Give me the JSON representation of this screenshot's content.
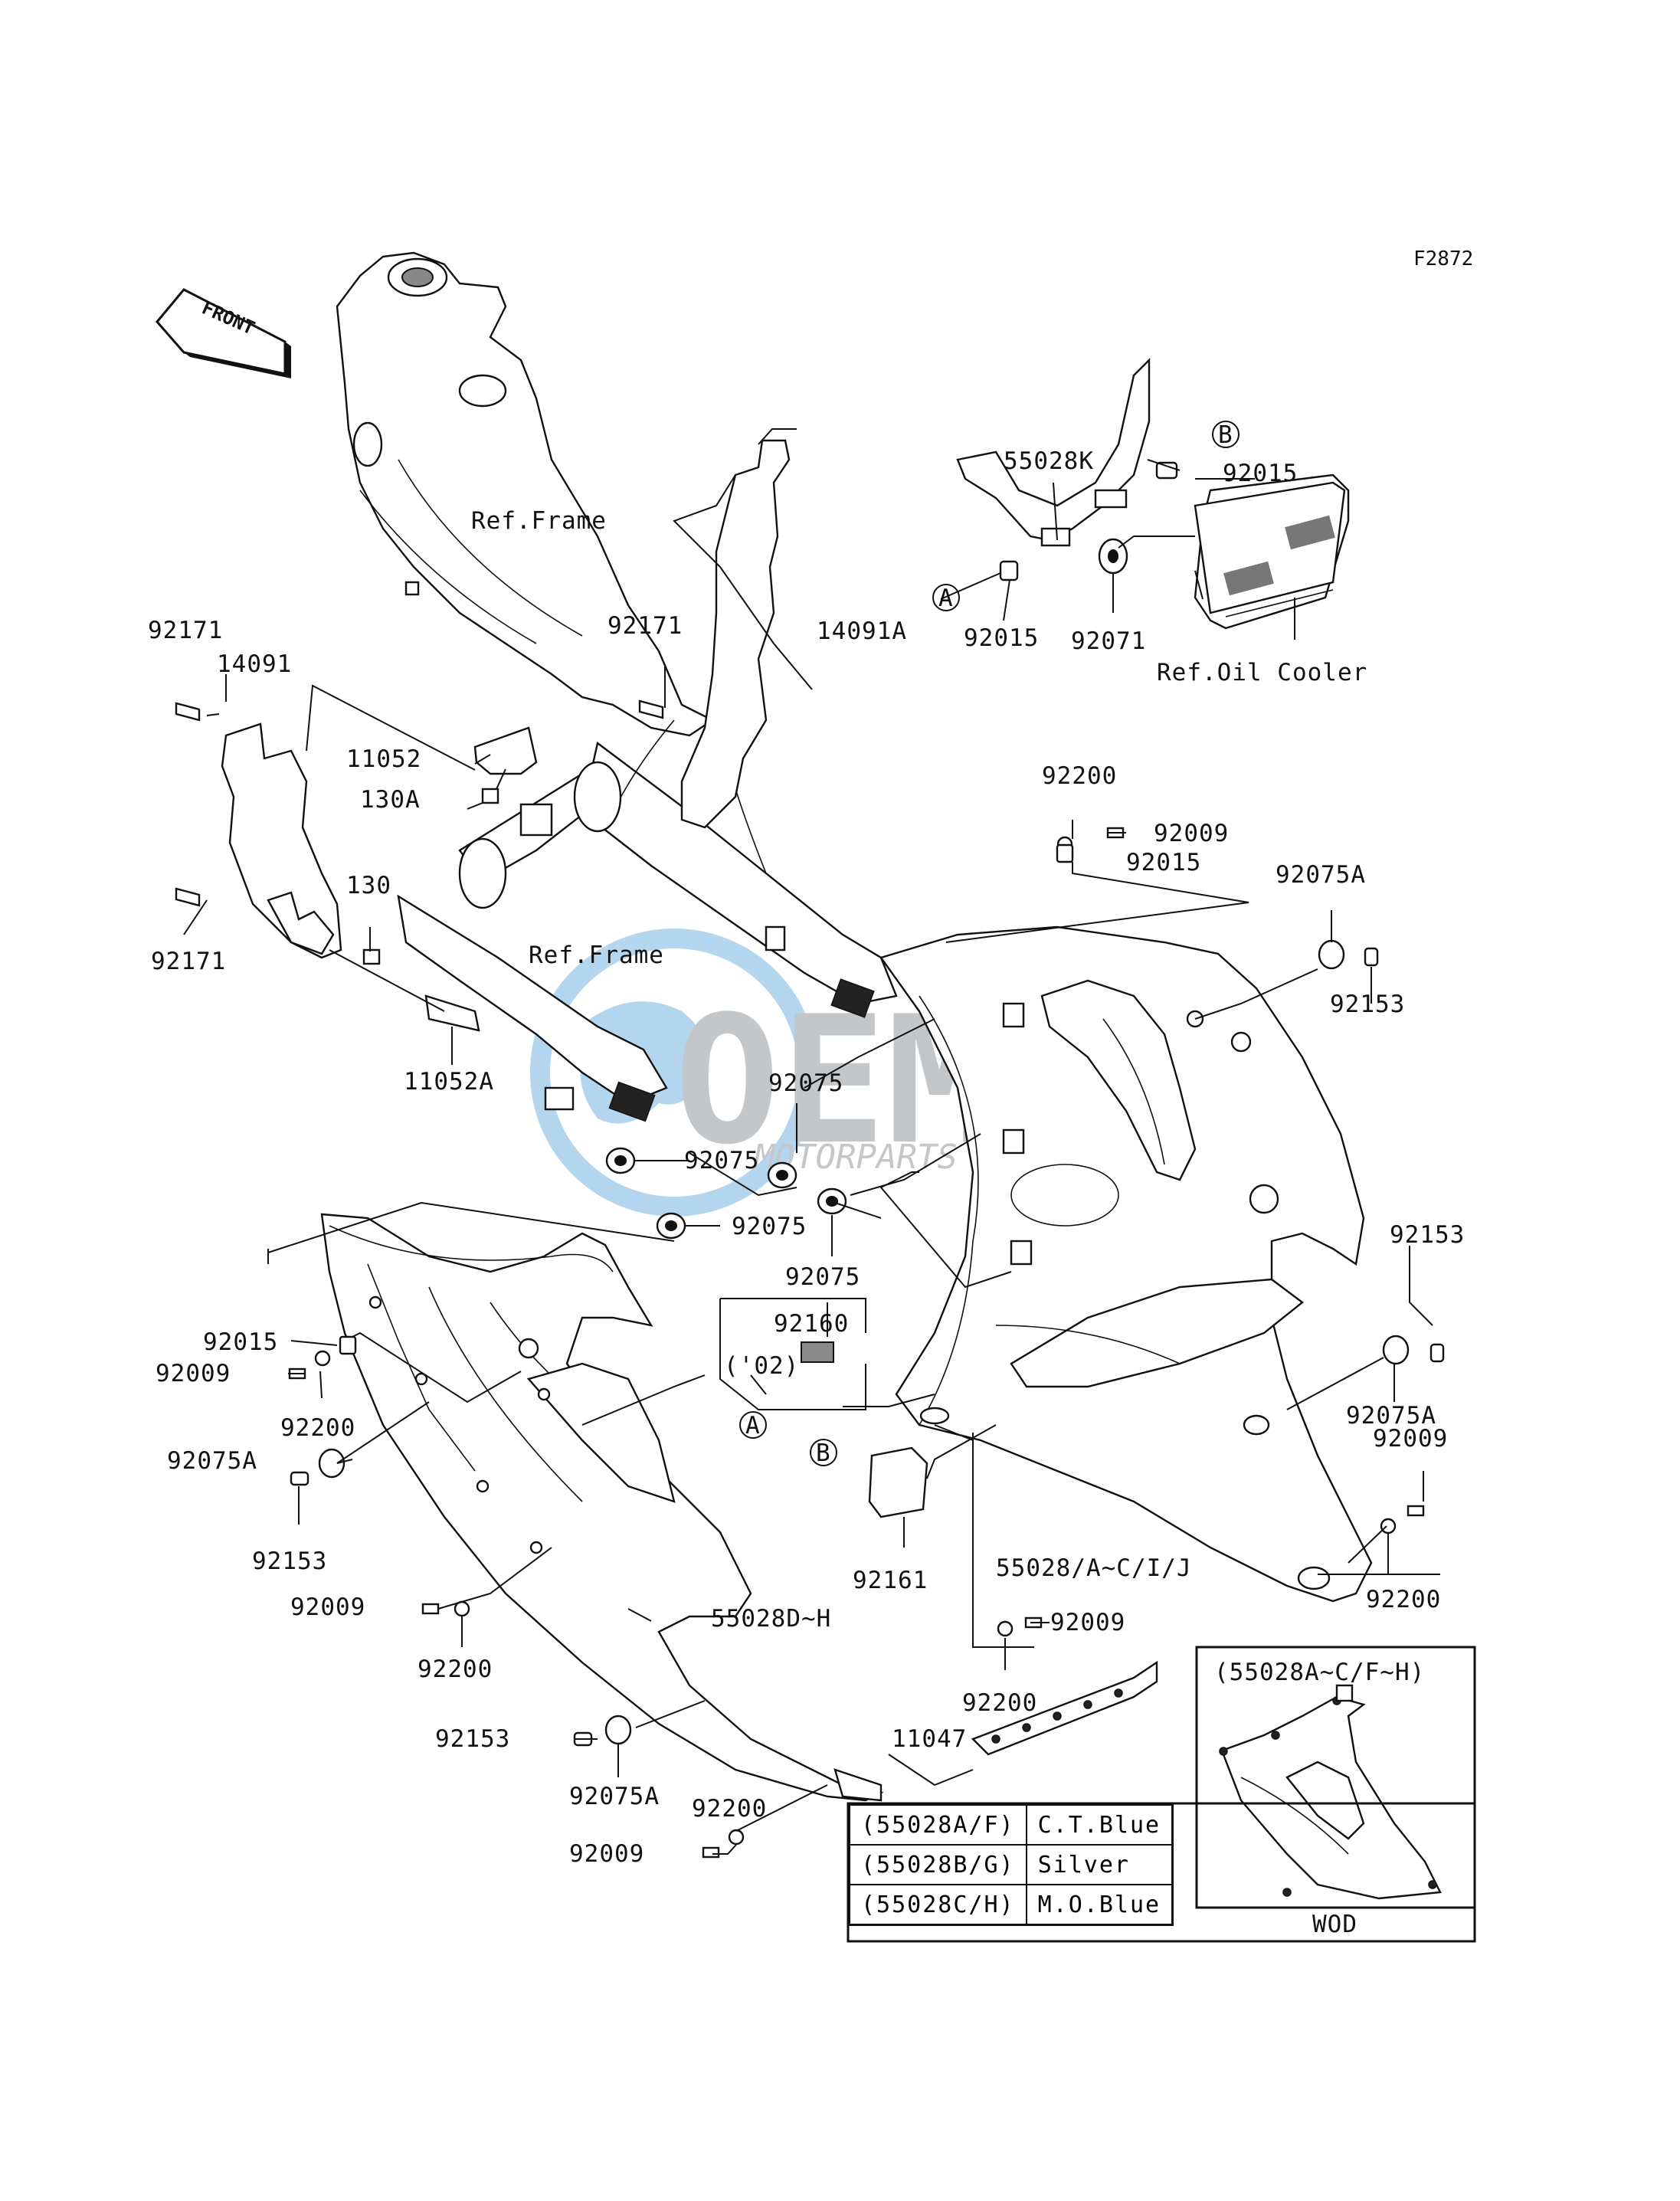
{
  "figure_code": "F2872",
  "front_label": "FRONT",
  "watermark": {
    "main": "OEM",
    "sub": "MOTORPARTS"
  },
  "labels": {
    "ref_frame_top": "Ref.Frame",
    "ref_frame_mid": "Ref.Frame",
    "ref_oil_cooler": "Ref.Oil Cooler",
    "p55028K": "55028K",
    "p92015_b": "92015",
    "p92015_a": "92015",
    "p92071": "92071",
    "p14091A": "14091A",
    "p92171_mid": "92171",
    "p92171_left_top": "92171",
    "p14091": "14091",
    "p11052": "11052",
    "p130A": "130A",
    "p130": "130",
    "p92171_left_bot": "92171",
    "p11052A": "11052A",
    "p92200_top": "92200",
    "p92009_top": "92009",
    "p92015_top": "92015",
    "p92075A_right_top": "92075A",
    "p92153_right_top": "92153",
    "p92075_center": "92075",
    "p92075_left": "92075",
    "p92075_mid": "92075",
    "p92075_lower": "92075",
    "p92160": "92160",
    "p02": "('02)",
    "p92153_right": "92153",
    "p92075A_right": "92075A",
    "p92009_right": "92009",
    "p92200_right": "92200",
    "p92015_left": "92015",
    "p92009_left": "92009",
    "p92200_left": "92200",
    "p92075A_left": "92075A",
    "p92153_left": "92153",
    "p92161": "92161",
    "p55028_main": "55028/A~C/I/J",
    "p92009_left2": "92009",
    "p92200_left2": "92200",
    "p55028D_H": "55028D~H",
    "p92009_bot_mid": "92009",
    "p92200_bot_mid": "92200",
    "p11047": "11047",
    "p92153_bot": "92153",
    "p92075A_bot": "92075A",
    "p92200_bot": "92200",
    "p92009_bot": "92009",
    "callout_a": "A",
    "callout_b": "B"
  },
  "color_table": [
    {
      "code": "(55028A/F)",
      "color": "C.T.Blue"
    },
    {
      "code": "(55028B/G)",
      "color": "Silver"
    },
    {
      "code": "(55028C/H)",
      "color": "M.O.Blue"
    }
  ],
  "inset": {
    "title": "(55028A~C/F~H)",
    "caption": "WOD"
  }
}
